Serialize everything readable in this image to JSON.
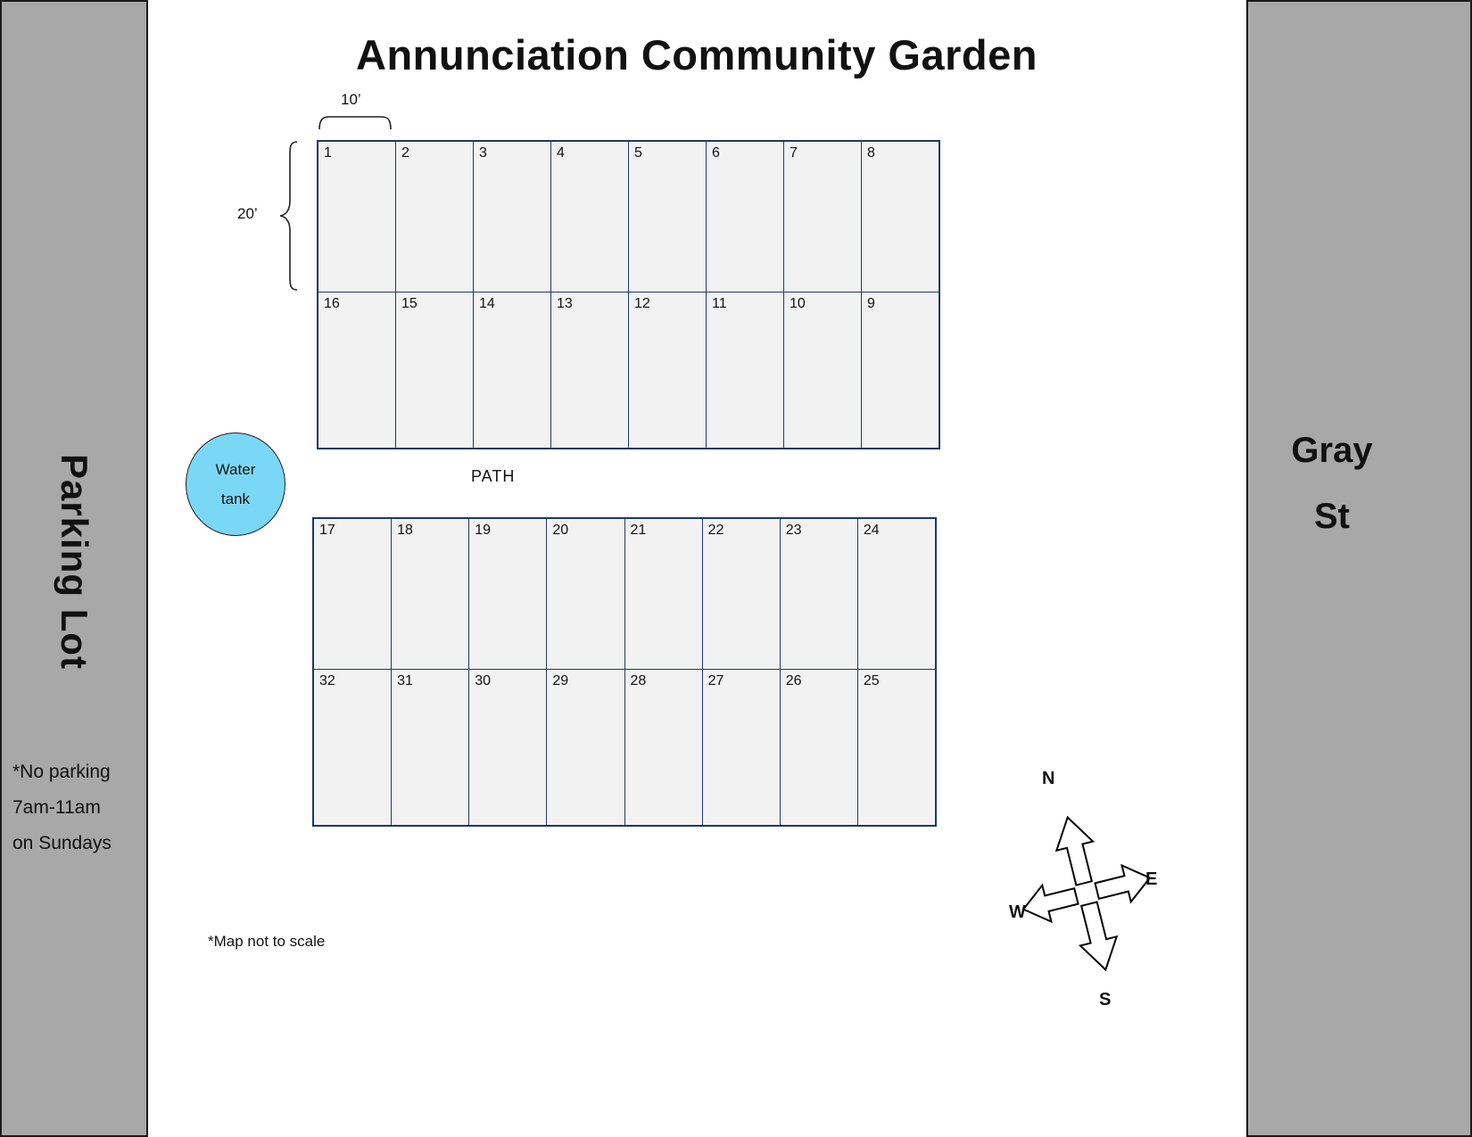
{
  "title": "Annunciation Community Garden",
  "parking": {
    "label": "Parking Lot",
    "note_lines": [
      "*No parking",
      "7am-11am",
      "on Sundays"
    ]
  },
  "street": {
    "lines": [
      "Gray",
      "St"
    ]
  },
  "dimensions": {
    "plot_width": "10’",
    "plot_depth": "20’"
  },
  "water_tank": {
    "lines": [
      "Water",
      "tank"
    ]
  },
  "path_label": "PATH",
  "footnote": "*Map not to scale",
  "compass": {
    "north": "N",
    "east": "E",
    "south": "S",
    "west": "W"
  },
  "plots": {
    "north_block": {
      "row1": [
        "1",
        "2",
        "3",
        "4",
        "5",
        "6",
        "7",
        "8"
      ],
      "row2": [
        "16",
        "15",
        "14",
        "13",
        "12",
        "11",
        "10",
        "9"
      ]
    },
    "south_block": {
      "row1": [
        "17",
        "18",
        "19",
        "20",
        "21",
        "22",
        "23",
        "24"
      ],
      "row2": [
        "32",
        "31",
        "30",
        "29",
        "28",
        "27",
        "26",
        "25"
      ]
    }
  },
  "colors": {
    "strip": "#a8a8a8",
    "plot_fill": "#f2f2f2",
    "plot_border": "#1f3864",
    "water": "#7bd7f6"
  }
}
